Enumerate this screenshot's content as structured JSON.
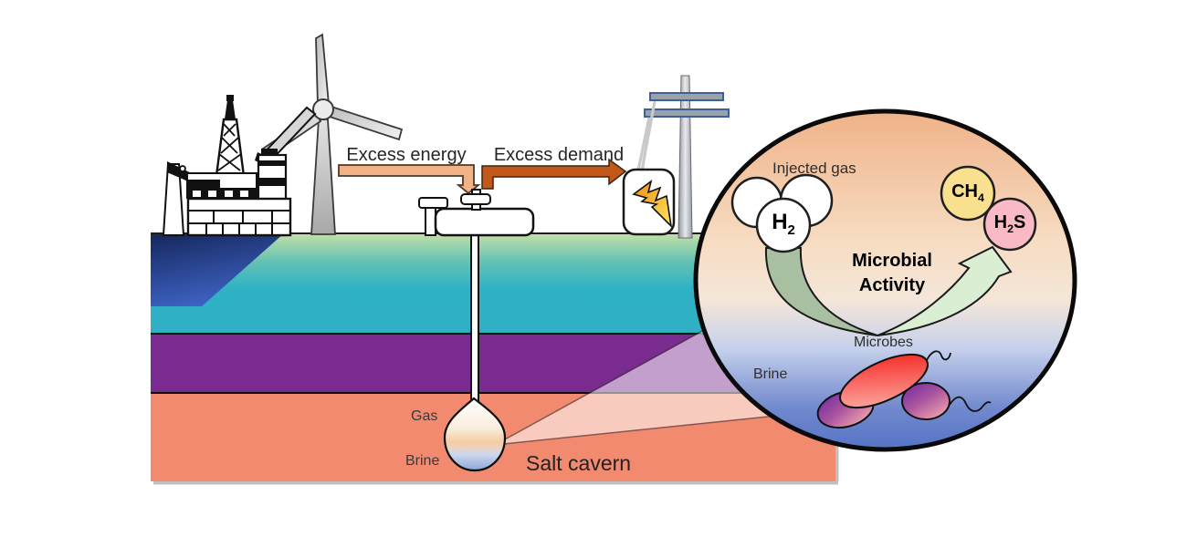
{
  "diagram": {
    "surface": {
      "excess_energy": "Excess energy",
      "excess_demand": "Excess demand"
    },
    "underground": {
      "gas": "Gas",
      "brine": "Brine",
      "salt_cavern": "Salt cavern"
    },
    "inset": {
      "injected_gas": "Injected gas",
      "h2": {
        "pre": "H",
        "sub": "2",
        "post": ""
      },
      "ch4": {
        "pre": "CH",
        "sub": "4",
        "post": ""
      },
      "h2s": {
        "pre": "H",
        "sub": "2",
        "post": "S"
      },
      "activity_line1": "Microbial",
      "activity_line2": "Activity",
      "microbes": "Microbes",
      "brine": "Brine"
    },
    "icons": {
      "oil_platform": "oil-platform",
      "wind_turbine": "wind-turbine",
      "transmission_tower": "transmission-tower",
      "lightning_bolt": "lightning-bolt",
      "wellhead": "wellhead-valves",
      "gas_bubbles": "h2-bubbles",
      "microbe_cells": "microbe-cells",
      "magnifier_cone": "magnification-cone"
    },
    "colors": {
      "sea": "#1c2f6e",
      "layer_top_green": "#c4e0a8",
      "layer_teal": "#2fb0c4",
      "layer_caprock_purple": "#7a2b8f",
      "layer_salt_salmon": "#f28a70",
      "excess_energy_arrow": "#f3b286",
      "excess_demand_arrow": "#c2591b",
      "lightning_yellow": "#ffd34d",
      "inset_top": "#f0b68c",
      "inset_bottom": "#5674c6",
      "arrow_h2_down": "#a9bfa2",
      "arrow_to_h2s": "#daeed4",
      "ch4_circle": "#f8e08e",
      "h2s_circle": "#f9bac6",
      "microbe_red": "#ee2018",
      "microbe_purple": "#7c2fa0"
    }
  }
}
